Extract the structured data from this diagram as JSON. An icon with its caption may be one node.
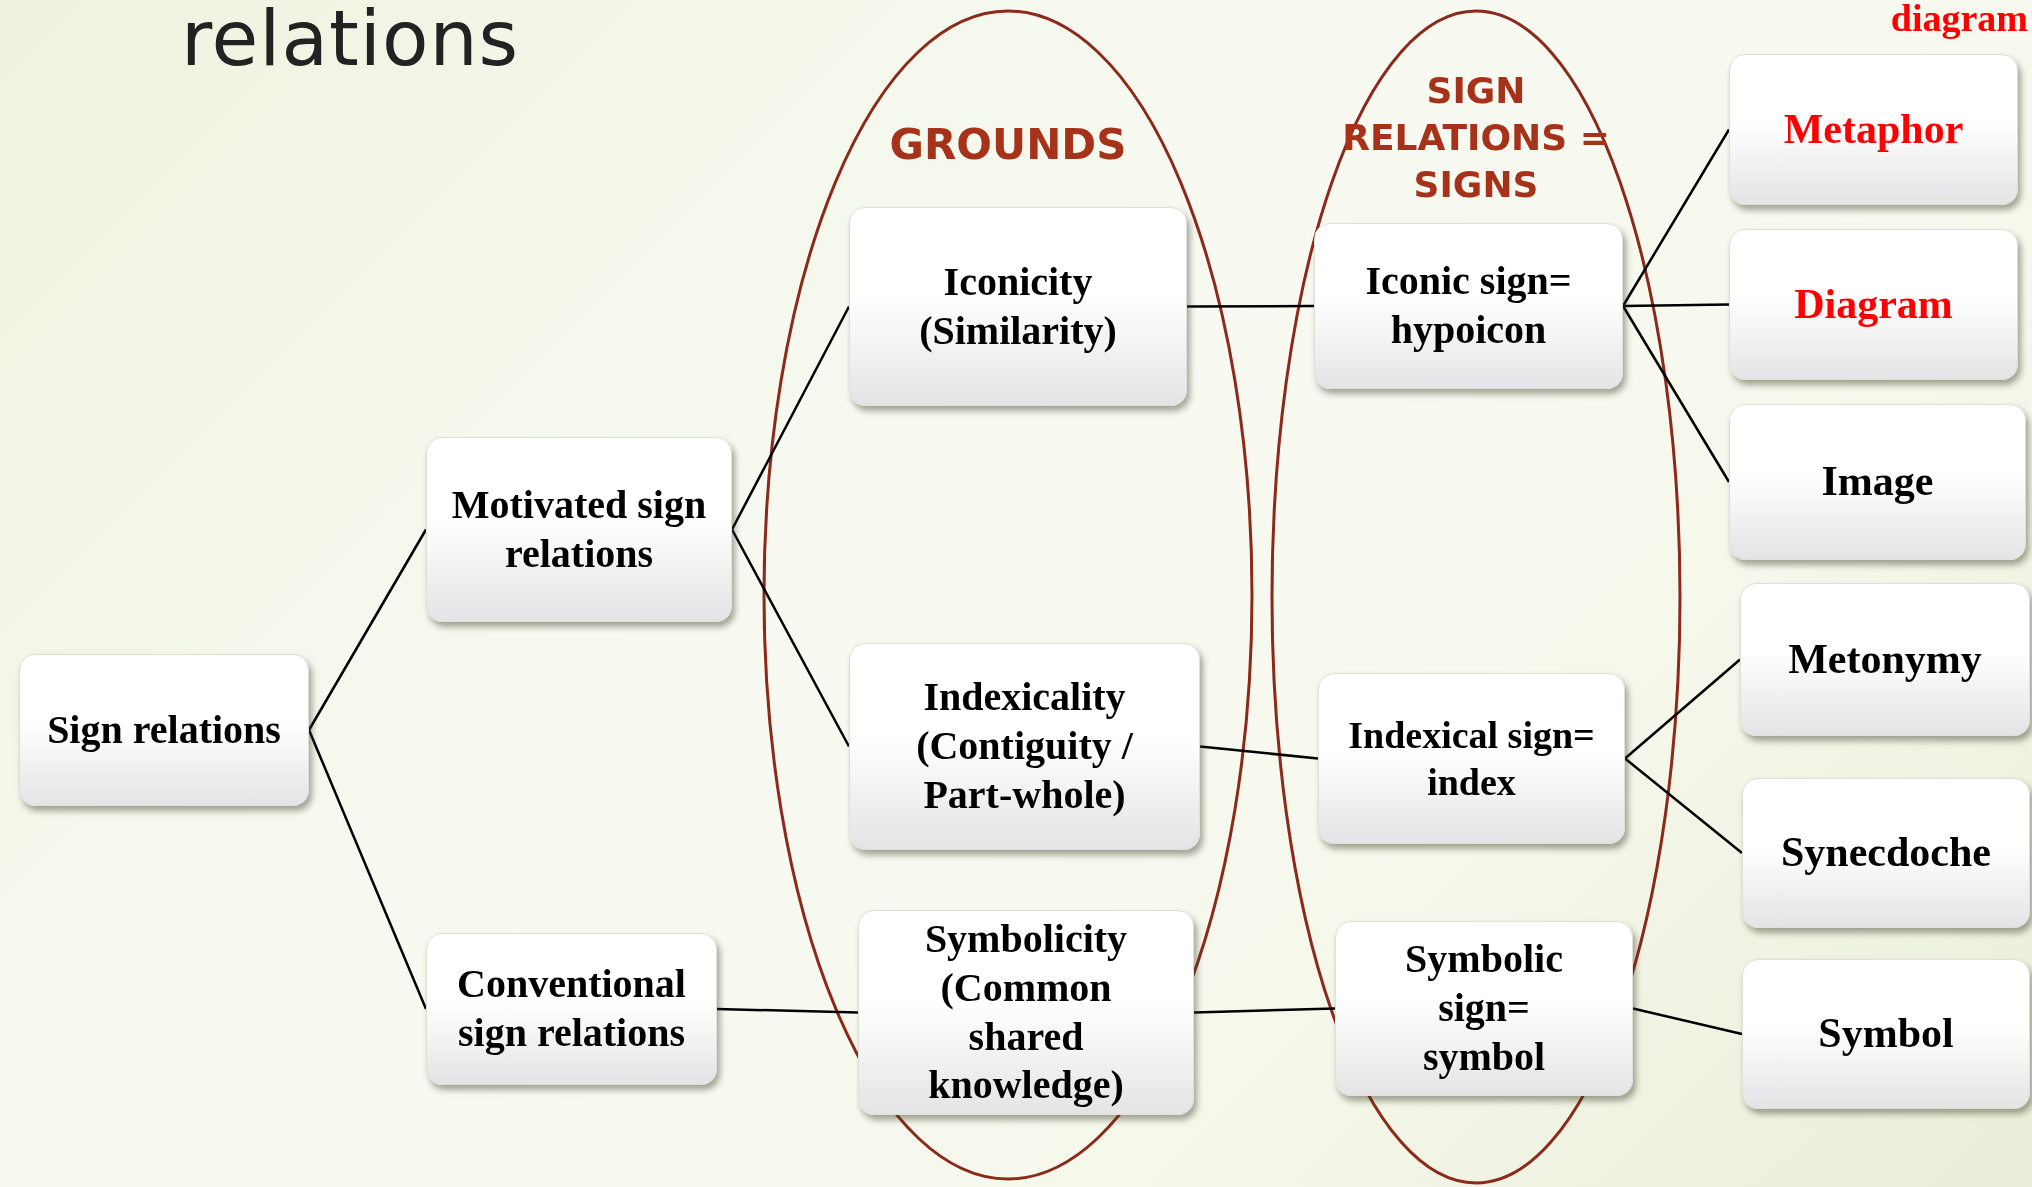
{
  "diagram": {
    "title": "relations",
    "nodes": [
      {
        "text": [
          "Sign relations"
        ]
      },
      {
        "text": [
          "Motivated sign relations"
        ]
      },
      {
        "text": [
          "Conventional sign relations"
        ]
      },
      {
        "text": [
          "Iconicity (Similarity)"
        ]
      },
      {
        "text": [
          "Indexicality (Contiguity / Part-whole)"
        ]
      },
      {
        "text": [
          "Symbolicity (Common shared knowledge)"
        ]
      },
      {
        "text": [
          "Iconic sign= hypoicon"
        ]
      },
      {
        "text": [
          "Indexical sign= index"
        ]
      },
      {
        "text": [
          "Symbolic sign= symbol"
        ]
      },
      {
        "text": [
          "Metaphor"
        ]
      },
      {
        "text": [
          "Diagram"
        ]
      },
      {
        "text": [
          "Image"
        ]
      },
      {
        "text": [
          "Metonymy"
        ]
      },
      {
        "text": [
          "Synecdoche"
        ]
      },
      {
        "text": [
          "Symbol"
        ]
      }
    ],
    "edges": [
      {
        "from": 0,
        "to": 1,
        "arrow": "none"
      },
      {
        "from": 0,
        "to": 2,
        "arrow": "none"
      },
      {
        "from": 1,
        "to": 3,
        "arrow": "none"
      },
      {
        "from": 1,
        "to": 4,
        "arrow": "none"
      },
      {
        "from": 2,
        "to": 5,
        "arrow": "none"
      },
      {
        "from": 3,
        "to": 6,
        "arrow": "none"
      },
      {
        "from": 4,
        "to": 7,
        "arrow": "none"
      },
      {
        "from": 5,
        "to": 8,
        "arrow": "none"
      },
      {
        "from": 6,
        "to": 9,
        "arrow": "none"
      },
      {
        "from": 6,
        "to": 10,
        "arrow": "none"
      },
      {
        "from": 6,
        "to": 11,
        "arrow": "none"
      },
      {
        "from": 7,
        "to": 12,
        "arrow": "none"
      },
      {
        "from": 7,
        "to": 13,
        "arrow": "none"
      },
      {
        "from": 8,
        "to": 14,
        "arrow": "none"
      }
    ],
    "labels": [
      "diagram",
      "SIGN RELATIONS = SIGNS",
      "GROUNDS"
    ]
  }
}
